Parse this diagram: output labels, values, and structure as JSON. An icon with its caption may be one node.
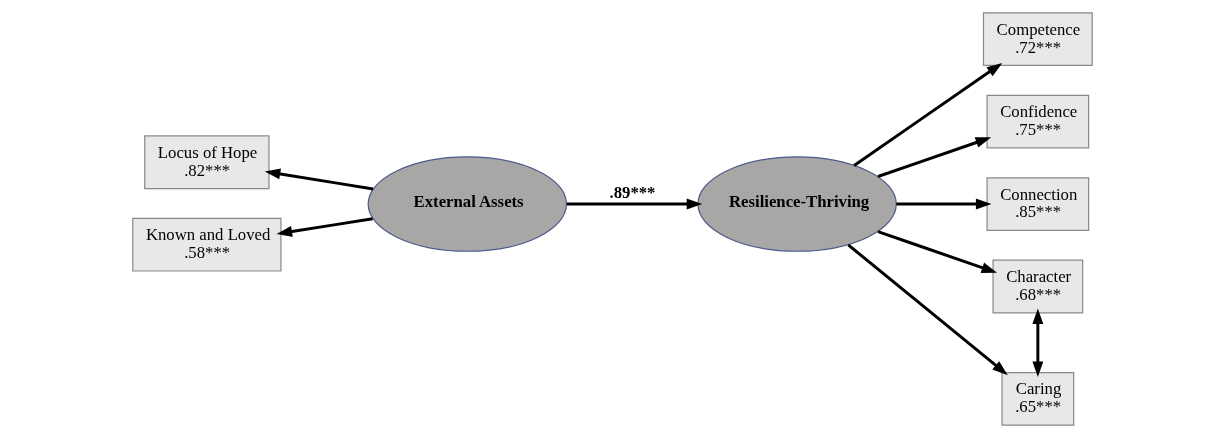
{
  "diagram": {
    "nodes": [
      {
        "text": [
          "Locus of Hope",
          ".82***"
        ]
      },
      {
        "text": [
          "Known and Loved",
          ".58***"
        ]
      },
      {
        "text": [
          "External Assets"
        ]
      },
      {
        "text": [
          "Resilience-Thriving"
        ]
      },
      {
        "text": [
          "Competence",
          ".72***"
        ]
      },
      {
        "text": [
          "Confidence",
          ".75***"
        ]
      },
      {
        "text": [
          "Connection",
          ".85***"
        ]
      },
      {
        "text": [
          "Character",
          ".68***"
        ]
      },
      {
        "text": [
          "Caring",
          ".65***"
        ]
      }
    ],
    "edges": [
      {
        "from": 2,
        "to": 0,
        "arrow": "to"
      },
      {
        "from": 2,
        "to": 1,
        "arrow": "to"
      },
      {
        "from": 2,
        "to": 3,
        "arrow": "to",
        "label": ".89***"
      },
      {
        "from": 3,
        "to": 4,
        "arrow": "to"
      },
      {
        "from": 3,
        "to": 5,
        "arrow": "to"
      },
      {
        "from": 3,
        "to": 6,
        "arrow": "to"
      },
      {
        "from": 3,
        "to": 7,
        "arrow": "to"
      },
      {
        "from": 3,
        "to": 8,
        "arrow": "to"
      },
      {
        "from": 8,
        "to": 7,
        "arrow": "both"
      }
    ]
  }
}
